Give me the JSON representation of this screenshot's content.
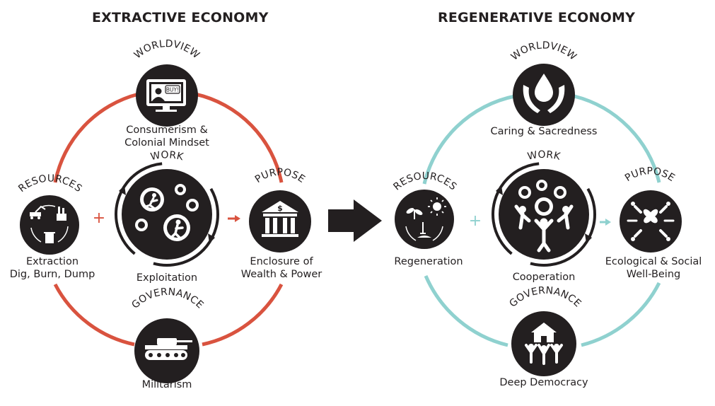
{
  "colors": {
    "extractive_ring": "#d9533f",
    "regenerative_ring": "#8fd1cf",
    "icon_fill": "#231f20",
    "big_arrow": "#231f20"
  },
  "extractive": {
    "title": "EXTRACTIVE ECONOMY",
    "operator": "+",
    "worldview": {
      "heading": "WORLDVIEW",
      "line1": "Consumerism &",
      "line2": "Colonial Mindset",
      "icon": "computer-buy-icon",
      "badge": "BUY!"
    },
    "work": {
      "heading": "WORK",
      "line1": "Exploitation",
      "icon": "gears-runner-icon"
    },
    "resources": {
      "heading": "RESOURCES",
      "line1": "Extraction",
      "line2": "Dig, Burn, Dump",
      "icon": "extraction-cycle-icon"
    },
    "purpose": {
      "heading": "PURPOSE",
      "line1": "Enclosure of",
      "line2": "Wealth & Power",
      "icon": "bank-icon"
    },
    "governance": {
      "heading": "GOVERNANCE",
      "line1": "Militarism",
      "icon": "tank-icon"
    }
  },
  "regenerative": {
    "title": "REGENERATIVE ECONOMY",
    "operator": "+",
    "worldview": {
      "heading": "WORLDVIEW",
      "line1": "Caring & Sacredness",
      "icon": "hands-water-drop-icon"
    },
    "work": {
      "heading": "WORK",
      "line1": "Cooperation",
      "icon": "gears-people-icon"
    },
    "resources": {
      "heading": "RESOURCES",
      "line1": "Regeneration",
      "icon": "seedling-sun-icon"
    },
    "purpose": {
      "heading": "PURPOSE",
      "line1": "Ecological & Social",
      "line2": "Well-Being",
      "icon": "butterflies-people-icon"
    },
    "governance": {
      "heading": "GOVERNANCE",
      "line1": "Deep Democracy",
      "icon": "house-people-icon"
    }
  }
}
